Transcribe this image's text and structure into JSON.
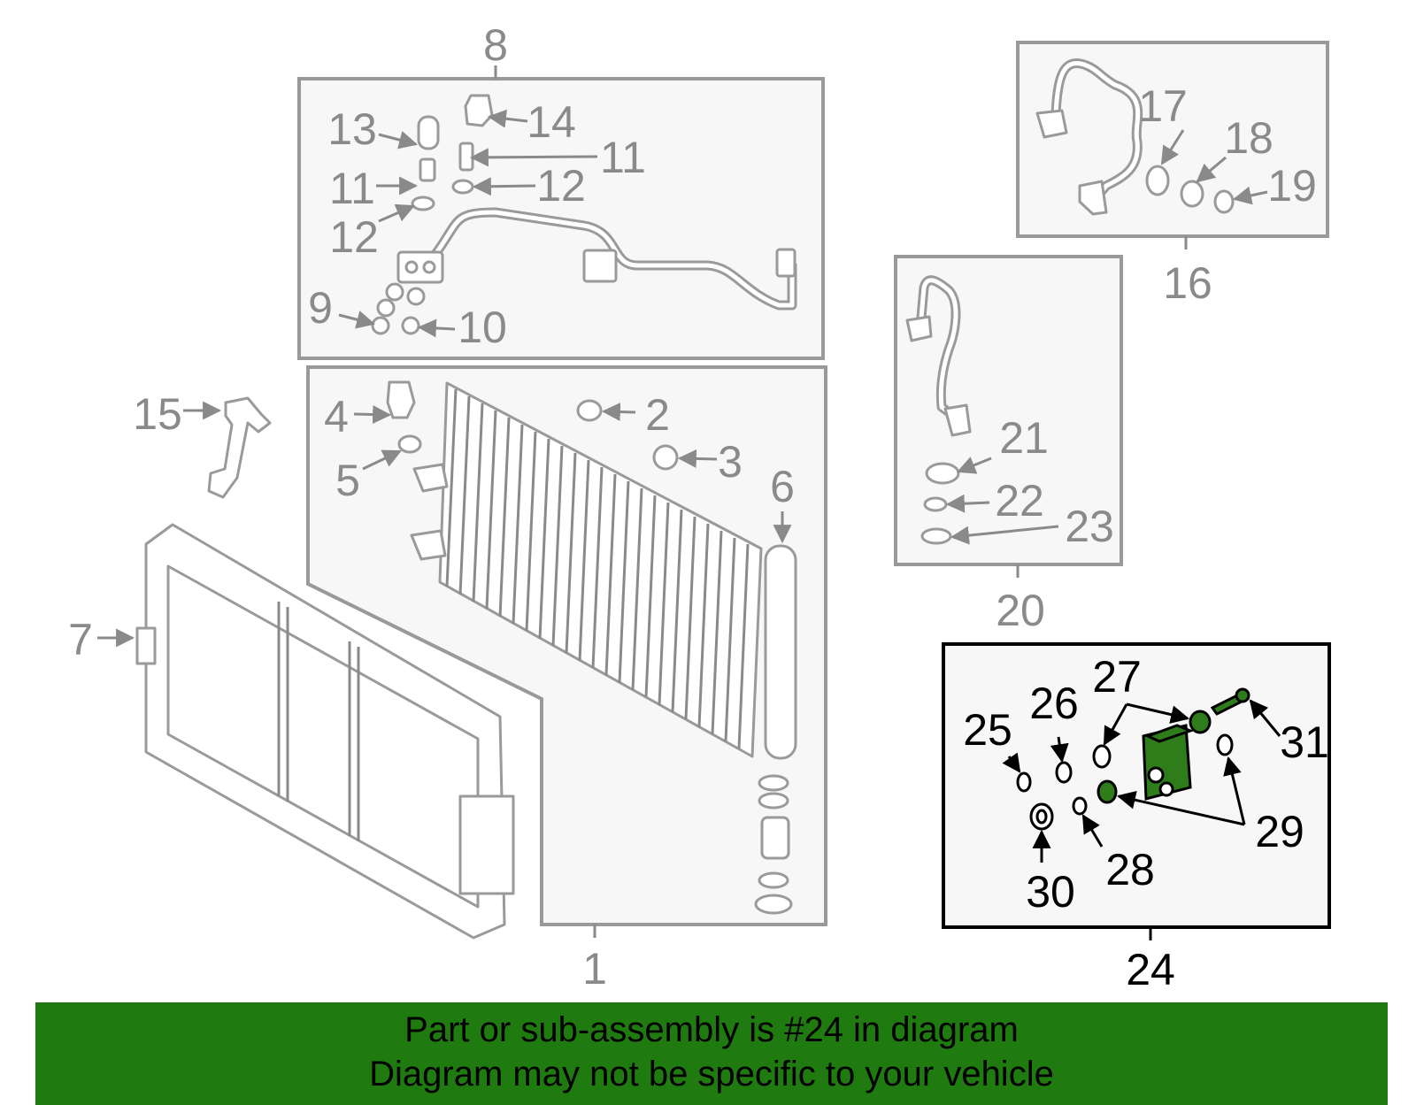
{
  "diagram": {
    "callouts": [
      "1",
      "2",
      "3",
      "4",
      "5",
      "6",
      "7",
      "8",
      "9",
      "10",
      "11",
      "11",
      "12",
      "12",
      "13",
      "14",
      "15",
      "16",
      "17",
      "18",
      "19",
      "20",
      "21",
      "22",
      "23",
      "24",
      "25",
      "26",
      "27",
      "28",
      "29",
      "30",
      "31"
    ],
    "highlighted_assembly": "24"
  },
  "banner": {
    "line1": "Part or sub-assembly is #24 in diagram",
    "line2": "Diagram may not be specific to your vehicle"
  },
  "colors": {
    "banner_bg": "#1f7a10",
    "highlight_part": "#2e7d1a",
    "label_gray": "#8a8a8a"
  }
}
